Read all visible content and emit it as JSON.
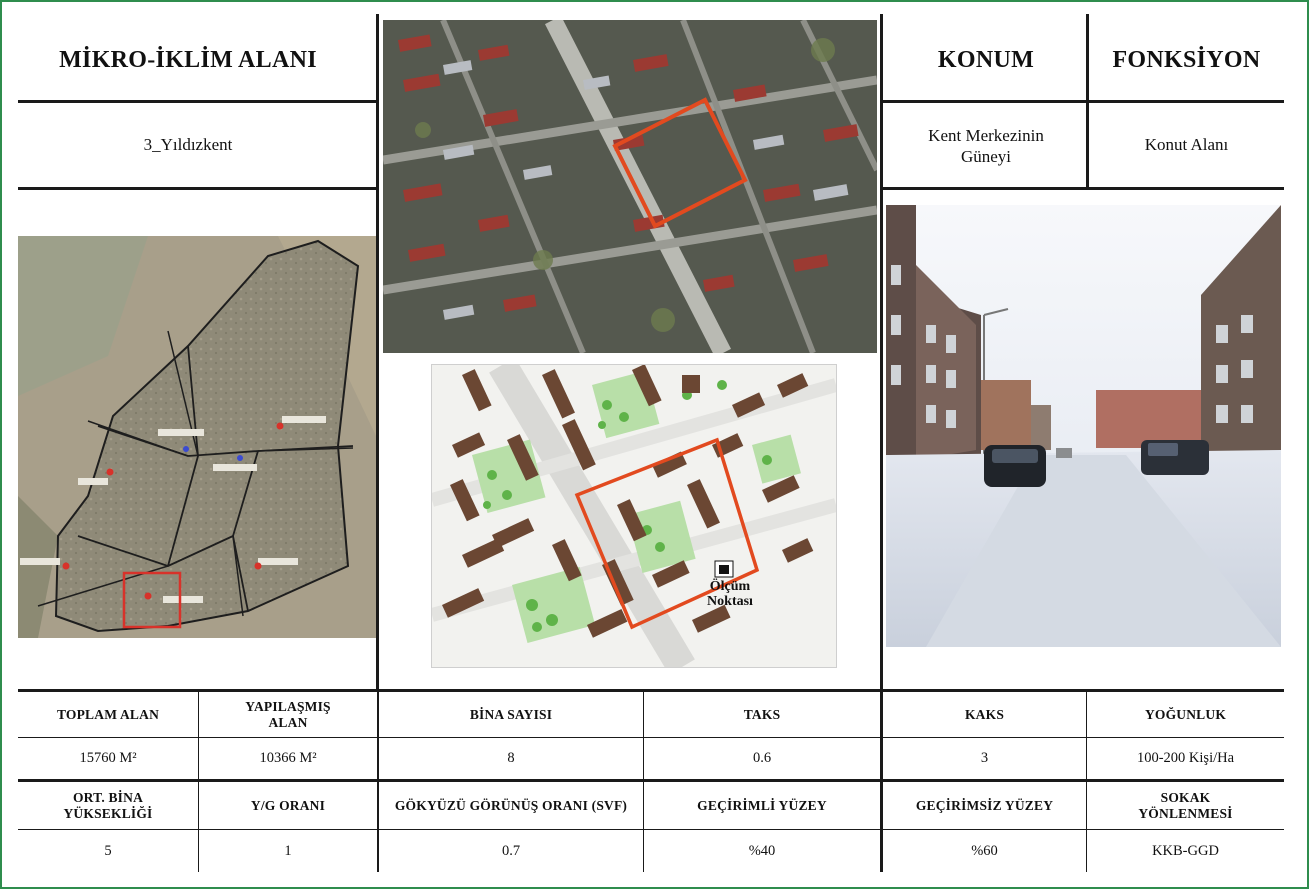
{
  "header": {
    "title": "MİKRO-İKLİM ALANI",
    "area_name": "3_Yıldızkent",
    "konum_label": "KONUM",
    "fonksiyon_label": "FONKSİYON",
    "konum_value": "Kent Merkezinin Güneyi",
    "fonksiyon_value": "Konut Alanı"
  },
  "plan": {
    "measurement_label": "Ölçüm Noktası"
  },
  "table": {
    "row1_headers": [
      "TOPLAM ALAN",
      "YAPILAŞMIŞ ALAN",
      "BİNA SAYISI",
      "TAKS",
      "KAKS",
      "YOĞUNLUK"
    ],
    "row1_values": [
      "15760 M²",
      "10366 M²",
      "8",
      "0.6",
      "3",
      "100-200 Kişi/Ha"
    ],
    "row2_headers": [
      "ORT. BİNA YÜKSEKLİĞİ",
      "Y/G ORANI",
      "GÖKYÜZÜ GÖRÜNÜŞ ORANI (SVF)",
      "GEÇİRİMLİ YÜZEY",
      "GEÇİRİMSİZ YÜZEY",
      "SOKAK YÖNLENMESİ"
    ],
    "row2_values": [
      "5",
      "1",
      "0.7",
      "%40",
      "%60",
      "KKB-GGD"
    ]
  },
  "colors": {
    "frame_border": "#2f8d4e",
    "study_area_outline": "#e24a1f",
    "building_fill": "#6b4733",
    "green_area": "#b8dfa8"
  }
}
